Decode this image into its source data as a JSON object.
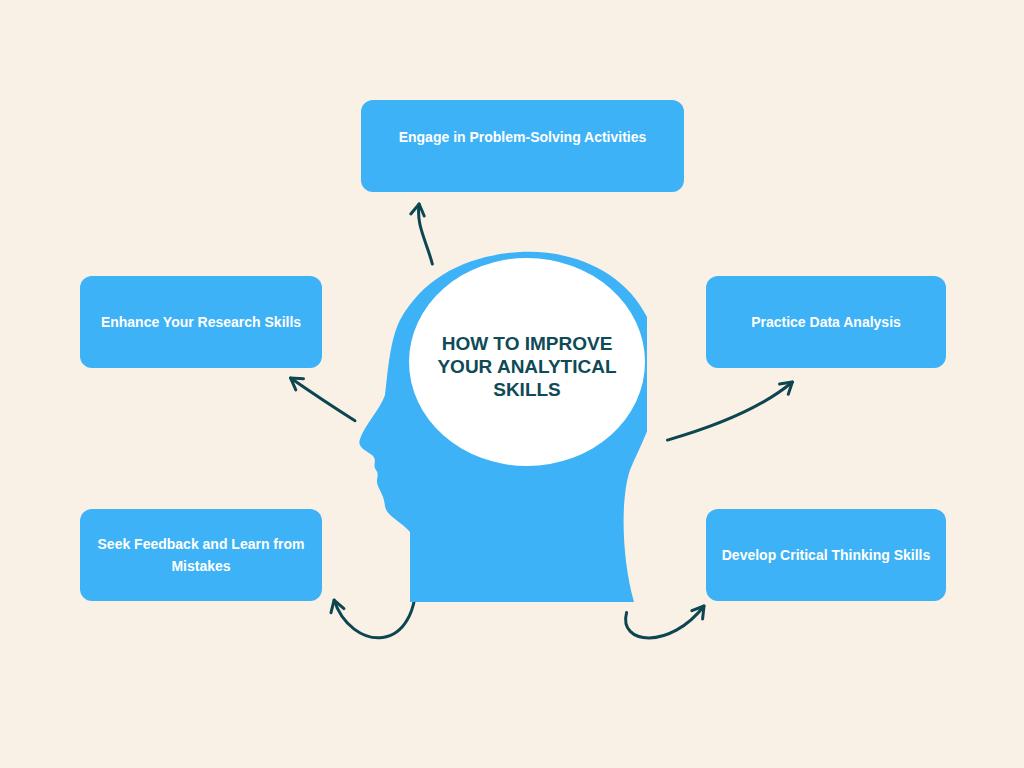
{
  "diagram": {
    "nodes": [
      {
        "text": [
          "HOW TO IMPROVE YOUR ANALYTICAL SKILLS"
        ]
      },
      {
        "text": [
          "Engage in Problem-Solving Activities"
        ]
      },
      {
        "text": [
          "Enhance Your Research Skills"
        ]
      },
      {
        "text": [
          "Practice Data Analysis"
        ]
      },
      {
        "text": [
          "Seek Feedback and Learn from Mistakes"
        ]
      },
      {
        "text": [
          "Develop Critical Thinking Skills"
        ]
      }
    ],
    "edges": [
      {
        "from": 0,
        "to": 1,
        "arrow": "to"
      },
      {
        "from": 0,
        "to": 2,
        "arrow": "to"
      },
      {
        "from": 0,
        "to": 3,
        "arrow": "to"
      },
      {
        "from": 0,
        "to": 4,
        "arrow": "to"
      },
      {
        "from": 0,
        "to": 5,
        "arrow": "to"
      }
    ]
  }
}
